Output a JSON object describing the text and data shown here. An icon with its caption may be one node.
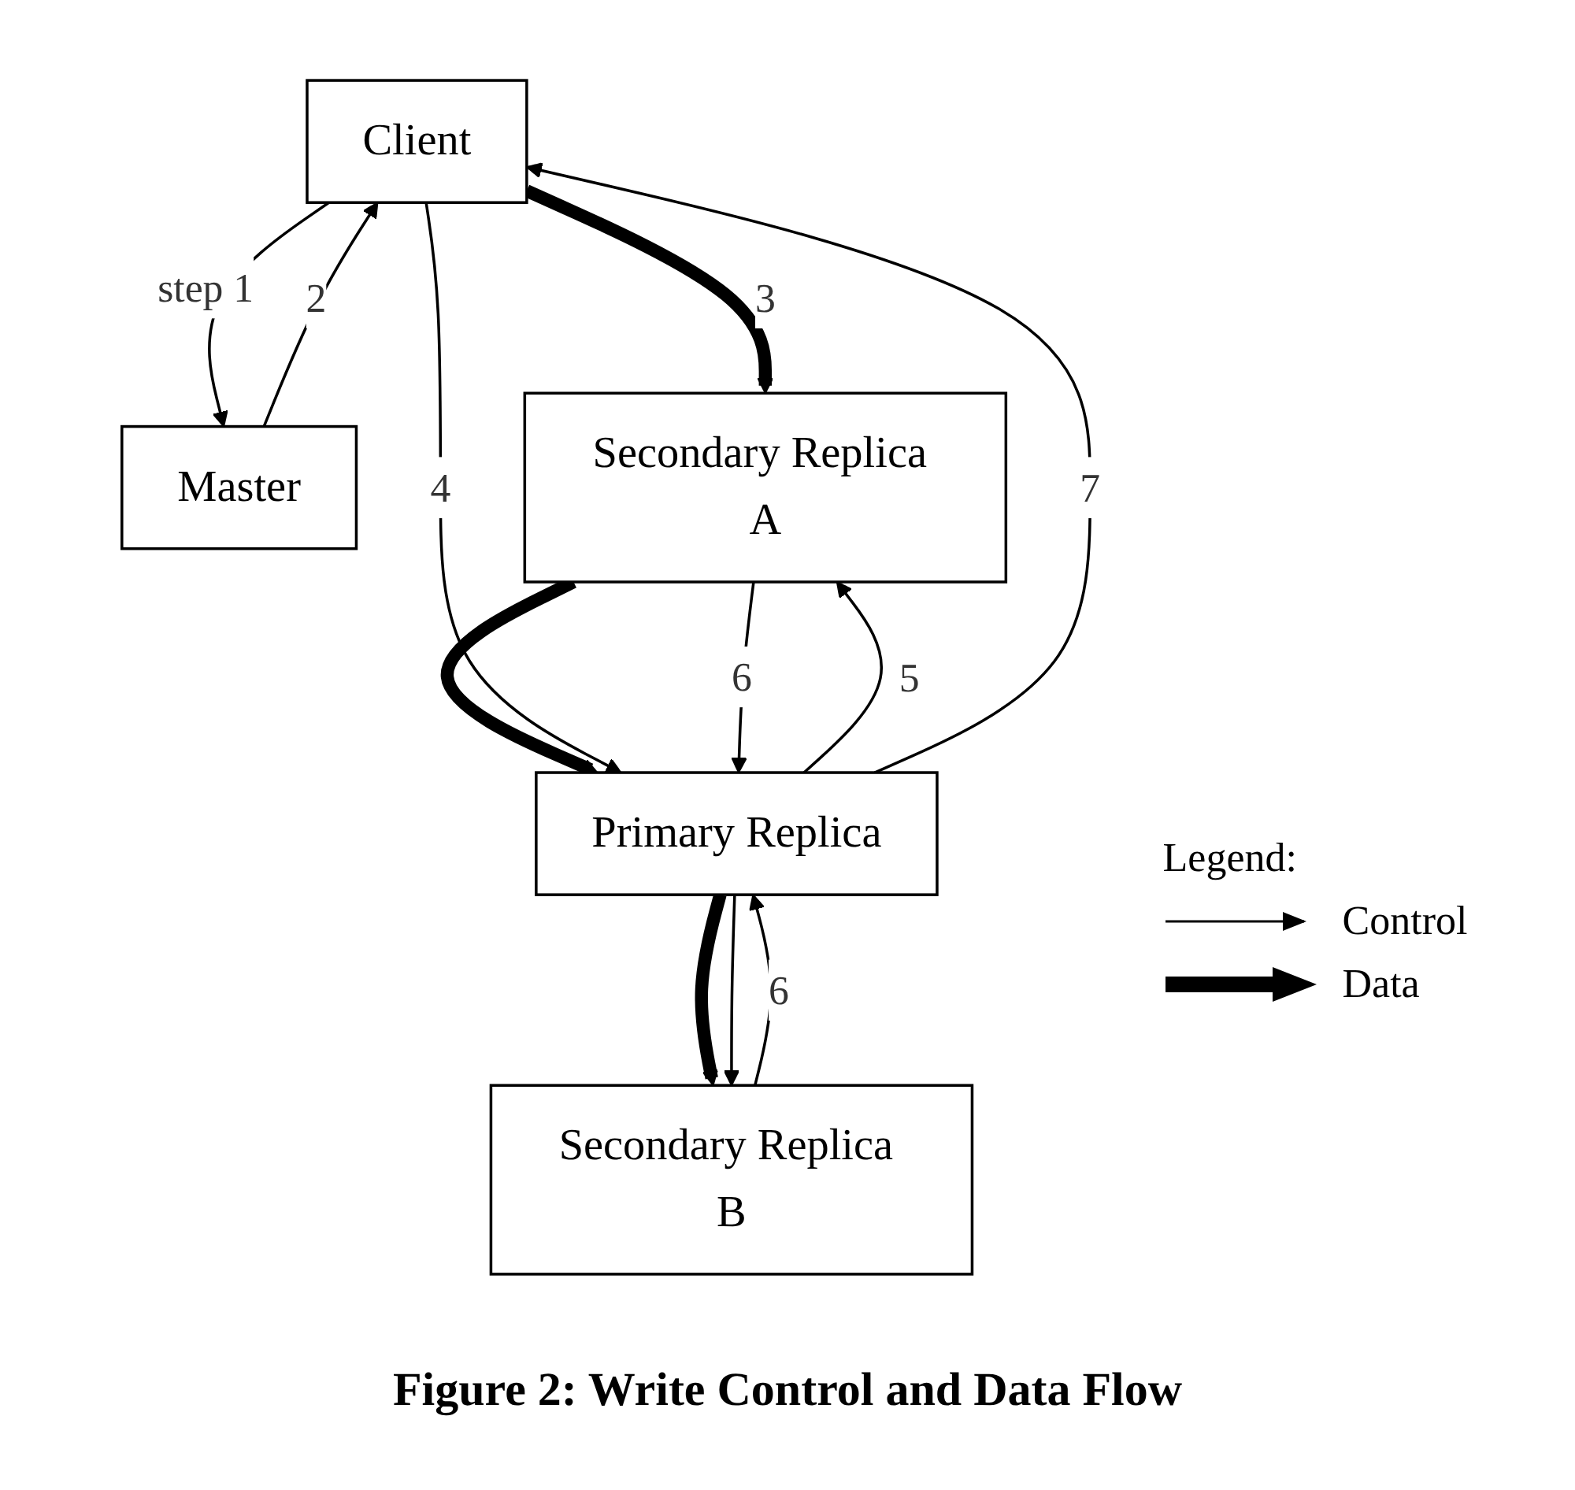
{
  "diagram": {
    "caption": "Figure 2: Write Control and Data Flow",
    "nodes": [
      {
        "text": [
          "Client"
        ]
      },
      {
        "text": [
          "Master"
        ]
      },
      {
        "text": [
          "Secondary Replica A"
        ]
      },
      {
        "text": [
          "Primary Replica"
        ]
      },
      {
        "text": [
          "Secondary Replica B"
        ]
      }
    ],
    "edges": [
      {
        "from": 0,
        "to": 1,
        "arrow": "to",
        "label": "step 1"
      },
      {
        "from": 1,
        "to": 0,
        "arrow": "to",
        "label": "2"
      },
      {
        "from": 0,
        "to": 2,
        "arrow": "to",
        "style": "thick",
        "label": "3"
      },
      {
        "from": 2,
        "to": 3,
        "arrow": "to",
        "style": "thick"
      },
      {
        "from": 3,
        "to": 4,
        "arrow": "to",
        "style": "thick"
      },
      {
        "from": 0,
        "to": 3,
        "arrow": "to",
        "label": "4"
      },
      {
        "from": 3,
        "to": 2,
        "arrow": "to",
        "label": "5"
      },
      {
        "from": 3,
        "to": 4,
        "arrow": "to"
      },
      {
        "from": 2,
        "to": 3,
        "arrow": "to",
        "label": "6"
      },
      {
        "from": 4,
        "to": 3,
        "arrow": "to",
        "label": "6"
      },
      {
        "from": 3,
        "to": 0,
        "arrow": "to",
        "label": "7"
      }
    ],
    "labels": [
      "Legend:"
    ],
    "legend": [
      {
        "text": "Control"
      },
      {
        "text": "Data"
      }
    ]
  }
}
